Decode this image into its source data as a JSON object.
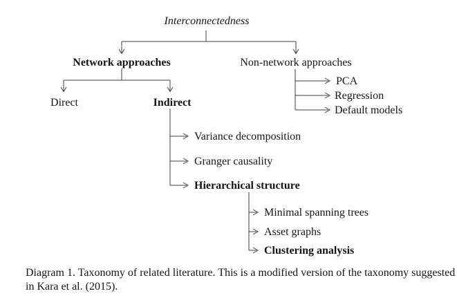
{
  "taxonomy": {
    "root": {
      "label": "Interconnectedness"
    },
    "network_approaches": {
      "label": "Network approaches",
      "direct": {
        "label": "Direct"
      },
      "indirect": {
        "label": "Indirect",
        "variance_decomposition": {
          "label": "Variance decomposition"
        },
        "granger_causality": {
          "label": "Granger causality"
        },
        "hierarchical_structure": {
          "label": "Hierarchical structure",
          "minimal_spanning_trees": {
            "label": "Minimal spanning trees"
          },
          "asset_graphs": {
            "label": "Asset graphs"
          },
          "clustering_analysis": {
            "label": "Clustering analysis"
          }
        }
      }
    },
    "non_network_approaches": {
      "label": "Non-network approaches",
      "pca": {
        "label": "PCA"
      },
      "regression": {
        "label": "Regression"
      },
      "default_models": {
        "label": "Default models"
      }
    }
  },
  "caption": {
    "text": "Diagram 1. Taxonomy of related literature. This is a modified version of the taxonomy suggested in Kara et al. (2015)."
  },
  "colors": {
    "line": "#3f3f3f",
    "text": "#141414",
    "background": "#ffffff"
  }
}
